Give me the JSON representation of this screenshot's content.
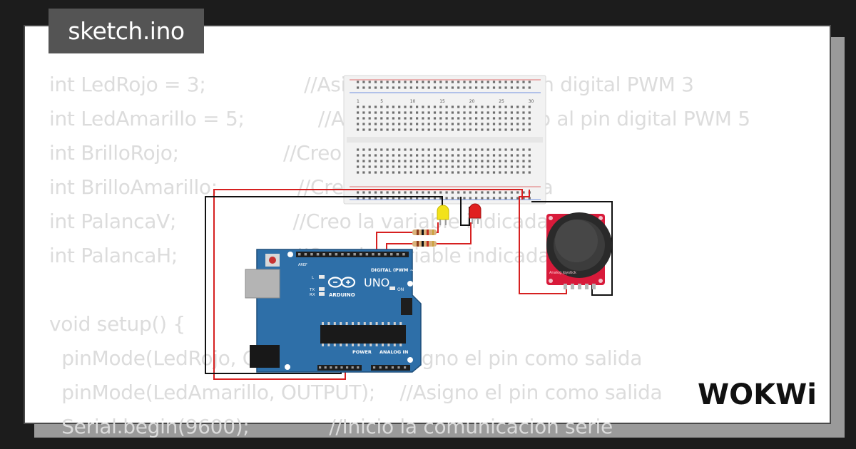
{
  "title": "sketch.ino",
  "code_lines": [
    "int LedRojo = 3;                //Asigno el LED rojo al pin digital PWM 3",
    "int LedAmarillo = 5;            //Asigno el LED amarillo al pin digital PWM 5",
    "int BrilloRojo;                 //Creo la variable indicada",
    "int BrilloAmarillo;             //Creo la variable indicada",
    "int PalancaV;                   //Creo la variable indicada",
    "int PalancaH;                   //Creo la variable indicada",
    "",
    "void setup() {",
    "  pinMode(LedRojo, OUTPUT);       //Asigno el pin como salida",
    "  pinMode(LedAmarillo, OUTPUT);    //Asigno el pin como salida",
    "  Serial.begin(9600);             //Inicio la comunicacion serie"
  ],
  "logo_text": "WOKWi",
  "board": {
    "brand": "ARDUINO",
    "model": "UNO",
    "on_label": "ON",
    "digital_label": "DIGITAL (PWM ~)",
    "power_label": "POWER",
    "analog_label": "ANALOG IN",
    "l_label": "L",
    "tx_label": "TX",
    "rx_label": "RX",
    "aref_label": "AREF"
  },
  "breadboard": {
    "column_numbers": [
      "1",
      "5",
      "10",
      "15",
      "20",
      "25",
      "30"
    ]
  },
  "joystick": {
    "label": "Analog Joystick"
  },
  "colors": {
    "background": "#1c1c1c",
    "card": "#ffffff",
    "code_text": "#dcdcdc",
    "title_tab": "#545454",
    "board_blue": "#2e6fa8",
    "wire_red": "#d62020",
    "wire_black": "#111111",
    "led_yellow": "#f2e21a",
    "led_red": "#e02020",
    "joystick_red": "#d81a3a"
  }
}
